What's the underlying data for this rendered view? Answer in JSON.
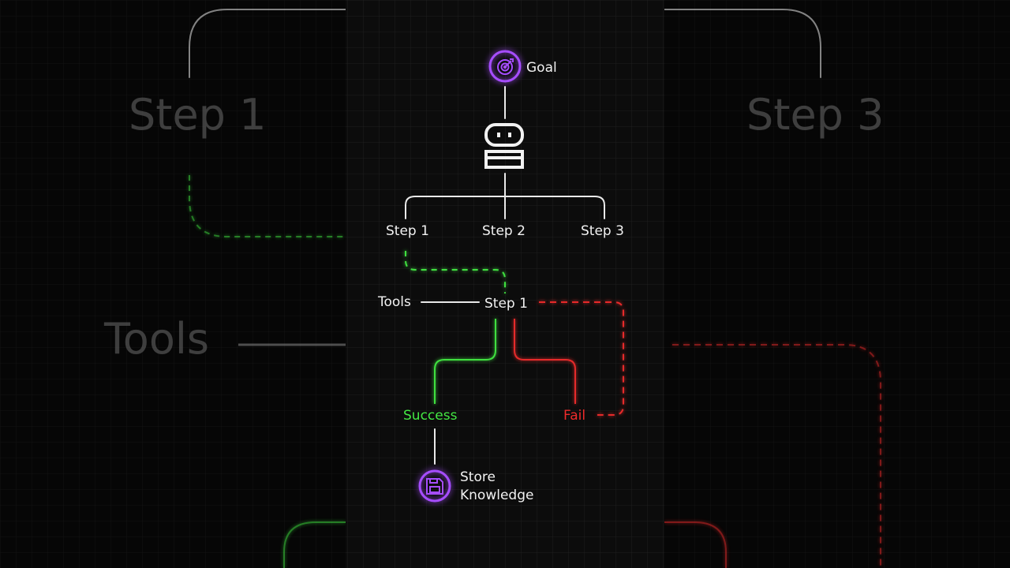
{
  "background_left": {
    "step_label": "Step 1",
    "tools_label": "Tools"
  },
  "background_right": {
    "step_label": "Step 3"
  },
  "diagram": {
    "goal_label": "Goal",
    "steps": [
      "Step 1",
      "Step 2",
      "Step 3"
    ],
    "tools_label": "Tools",
    "current_step_label": "Step 1",
    "success_label": "Success",
    "fail_label": "Fail",
    "store_label_line1": "Store",
    "store_label_line2": "Knowledge"
  },
  "colors": {
    "accent_purple": "#a64dff",
    "success_green": "#3fe03f",
    "fail_red": "#e62a2a"
  },
  "icons": {
    "goal": "target-icon",
    "agent": "robot-icon",
    "store": "floppy-disk-icon"
  }
}
